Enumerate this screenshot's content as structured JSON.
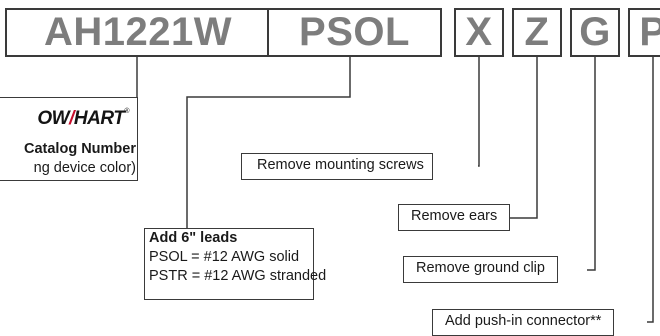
{
  "code": {
    "base": "AH1221W",
    "leads": "PSOL",
    "screws": "X",
    "ears": "Z",
    "ground": "G",
    "push_in": "P"
  },
  "logo": {
    "left_part": "OW",
    "right_part": "HART",
    "mark": "®"
  },
  "catalog": {
    "label": "Catalog Number",
    "sub": "ng device color)"
  },
  "leads": {
    "title": "Add 6\" leads",
    "line1": "PSOL = #12 AWG solid",
    "line2": "PSTR = #12 AWG stranded"
  },
  "options": {
    "screws": "Remove mounting screws",
    "ears": "Remove ears",
    "ground": "Remove ground clip",
    "push_in": "Add push-in connector**"
  },
  "colors": {
    "code_text": "#7d7d7d",
    "border": "#3a3a3a",
    "logo_accent": "#c8102e"
  }
}
